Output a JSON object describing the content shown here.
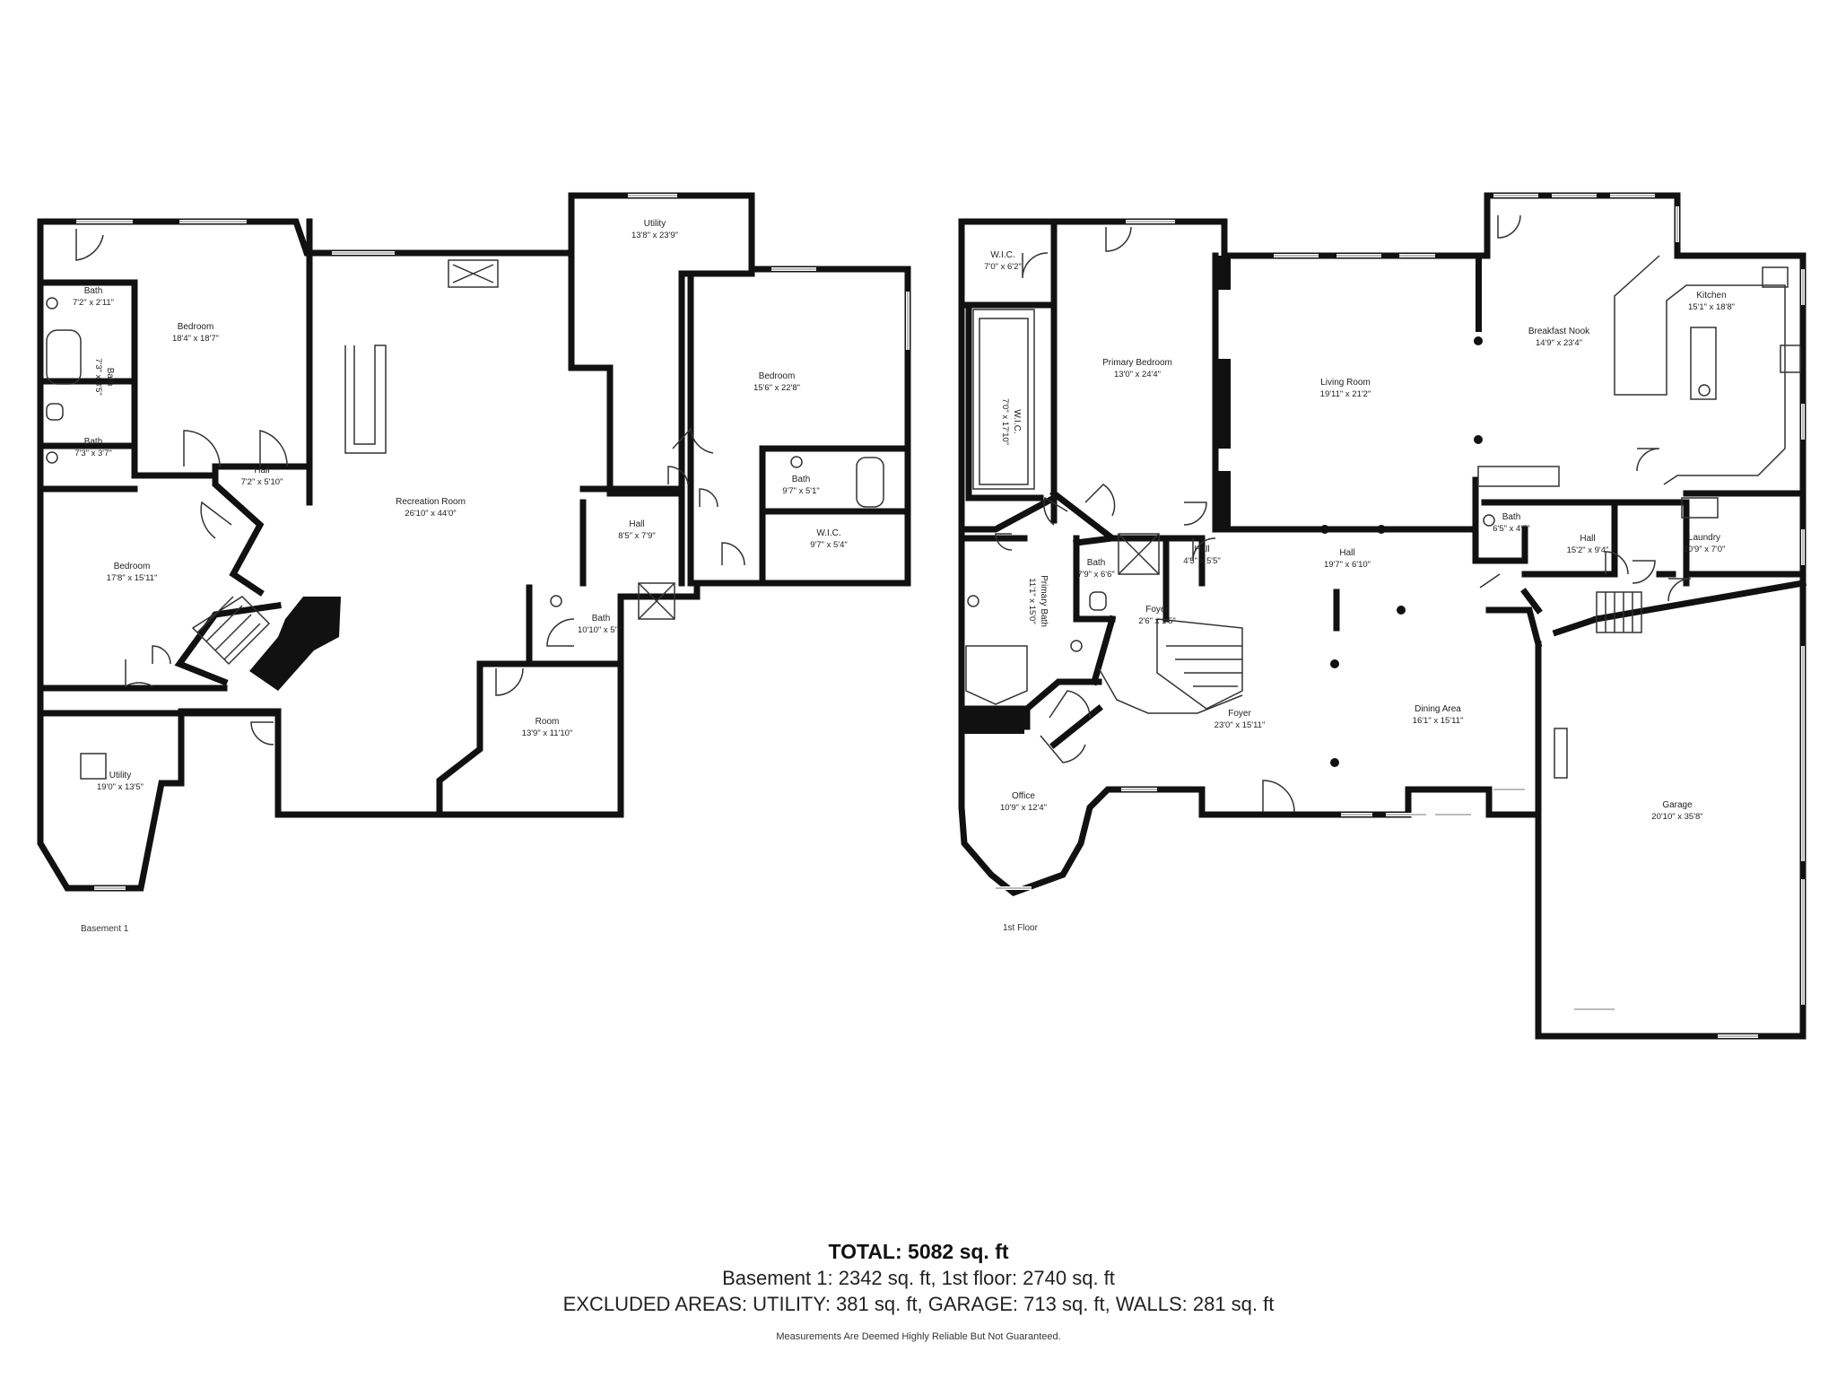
{
  "floors": [
    {
      "id": "basement",
      "label": "Basement 1",
      "rooms": [
        {
          "name": "Bath",
          "dims": "7'2\" x 2'11\""
        },
        {
          "name": "Bedroom",
          "dims": "18'4\" x 18'7\""
        },
        {
          "name": "Bath",
          "dims": "7'3\" x 8'5\""
        },
        {
          "name": "Bath",
          "dims": "7'3\" x 3'7\""
        },
        {
          "name": "Hall",
          "dims": "7'2\" x 5'10\""
        },
        {
          "name": "Bedroom",
          "dims": "17'8\" x 15'11\""
        },
        {
          "name": "Utility",
          "dims": "19'0\" x 13'5\""
        },
        {
          "name": "Recreation Room",
          "dims": "26'10\" x 44'0\""
        },
        {
          "name": "Utility",
          "dims": "13'8\" x 23'9\""
        },
        {
          "name": "Bedroom",
          "dims": "15'6\" x 22'8\""
        },
        {
          "name": "Bath",
          "dims": "9'7\" x 5'1\""
        },
        {
          "name": "W.I.C.",
          "dims": "9'7\" x 5'4\""
        },
        {
          "name": "Hall",
          "dims": "8'5\" x 7'9\""
        },
        {
          "name": "Bath",
          "dims": "10'10\" x 5'7\""
        },
        {
          "name": "Room",
          "dims": "13'9\" x 11'10\""
        }
      ]
    },
    {
      "id": "first",
      "label": "1st Floor",
      "rooms": [
        {
          "name": "W.I.C.",
          "dims": "7'0\" x 6'2\""
        },
        {
          "name": "W.I.C.",
          "dims": "7'0\" x 17'10\""
        },
        {
          "name": "Primary Bedroom",
          "dims": "13'0\" x 24'4\""
        },
        {
          "name": "Primary Bath",
          "dims": "11'1\" x 15'0\""
        },
        {
          "name": "Bath",
          "dims": "7'9\" x 6'6\""
        },
        {
          "name": "Hall",
          "dims": "4'5\" x 5'5\""
        },
        {
          "name": "Foyer",
          "dims": "2'6\" x 1'5\""
        },
        {
          "name": "Living Room",
          "dims": "19'11\" x 21'2\""
        },
        {
          "name": "Breakfast Nook",
          "dims": "14'9\" x 23'4\""
        },
        {
          "name": "Kitchen",
          "dims": "15'1\" x 18'8\""
        },
        {
          "name": "Hall",
          "dims": "19'7\" x 6'10\""
        },
        {
          "name": "Bath",
          "dims": "6'5\" x 4'7\""
        },
        {
          "name": "Hall",
          "dims": "15'2\" x 9'4\""
        },
        {
          "name": "Laundry",
          "dims": "10'9\" x 7'0\""
        },
        {
          "name": "Foyer",
          "dims": "23'0\" x 15'11\""
        },
        {
          "name": "Dining Area",
          "dims": "16'1\" x 15'11\""
        },
        {
          "name": "Office",
          "dims": "10'9\" x 12'4\""
        },
        {
          "name": "Garage",
          "dims": "20'10\" x 35'8\""
        }
      ]
    }
  ],
  "summary": {
    "total": "TOTAL: 5082 sq. ft",
    "floors_line": "Basement 1: 2342 sq. ft, 1st floor: 2740 sq. ft",
    "excluded_line": "EXCLUDED AREAS: UTILITY: 381 sq. ft, GARAGE: 713 sq. ft, WALLS: 281 sq. ft",
    "disclaimer": "Measurements Are Deemed Highly Reliable But Not Guaranteed."
  },
  "colors": {
    "wall": "#111111",
    "background": "#ffffff",
    "fixture": "#333333"
  }
}
